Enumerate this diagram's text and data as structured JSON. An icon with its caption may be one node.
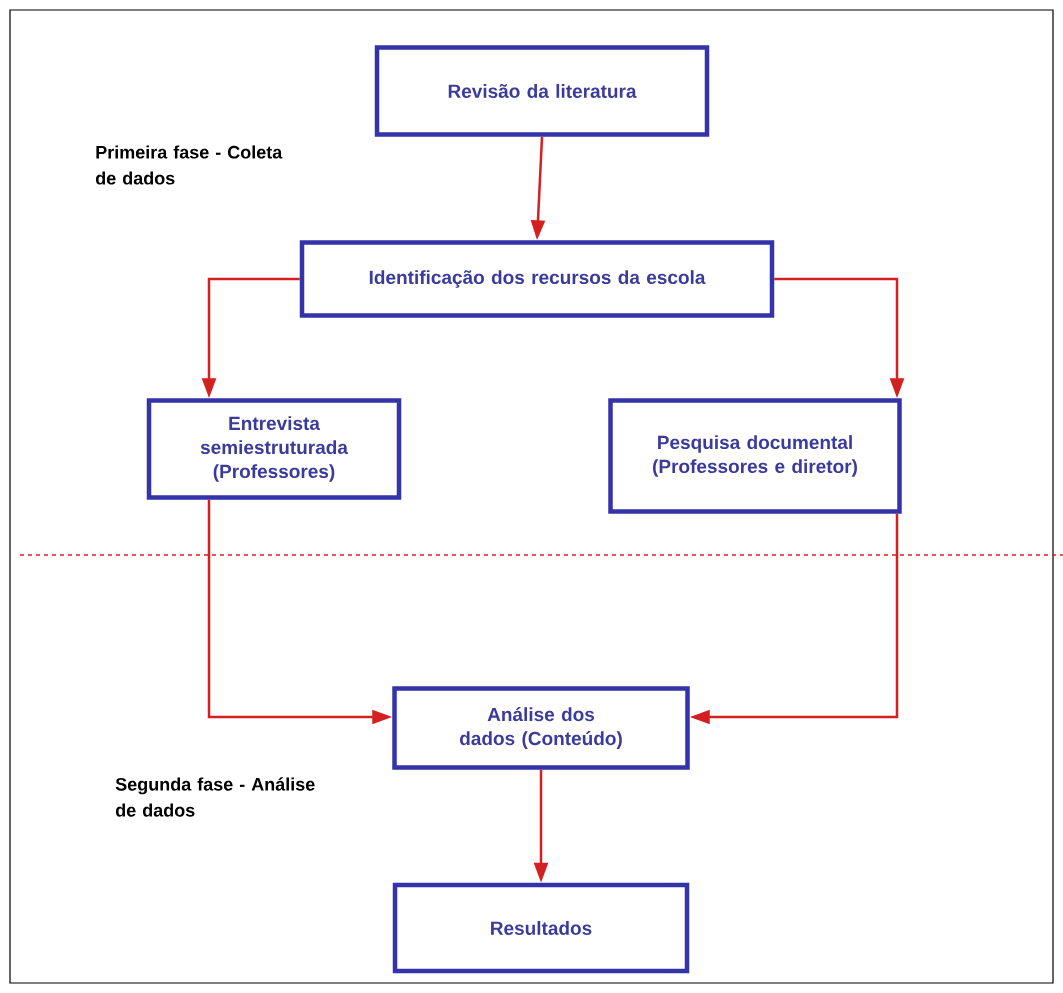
{
  "diagram": {
    "nodes": [
      {
        "text": [
          "Revisão da literatura"
        ]
      },
      {
        "text": [
          "Identificação dos recursos da escola"
        ]
      },
      {
        "text": [
          "Entrevista semiestruturada (Professores)"
        ]
      },
      {
        "text": [
          "Pesquisa documental (Professores e diretor)"
        ]
      },
      {
        "text": [
          "Análise dos dados (Conteúdo)"
        ]
      },
      {
        "text": [
          "Resultados"
        ]
      }
    ],
    "edges": [
      {
        "from": 0,
        "to": 1,
        "arrow": "to"
      },
      {
        "from": 1,
        "to": 2,
        "arrow": "to"
      },
      {
        "from": 1,
        "to": 3,
        "arrow": "to"
      },
      {
        "from": 2,
        "to": 4,
        "arrow": "to"
      },
      {
        "from": 3,
        "to": 4,
        "arrow": "to"
      },
      {
        "from": 4,
        "to": 5,
        "arrow": "to"
      }
    ],
    "labels": [
      "Primeira fase - Coleta de dados",
      "Segunda fase - Análise de dados"
    ]
  }
}
